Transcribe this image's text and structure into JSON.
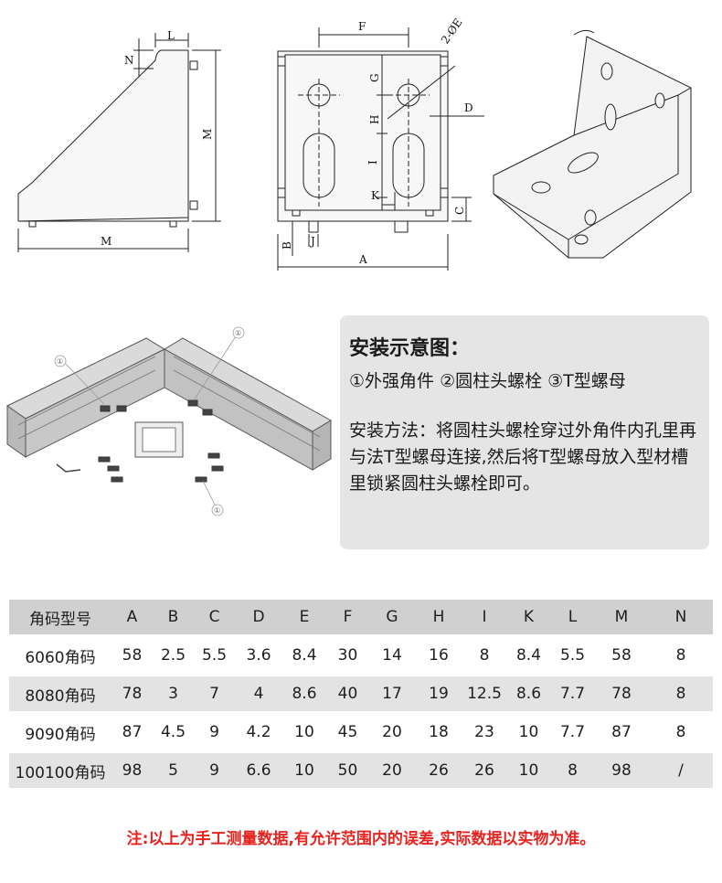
{
  "dimension_labels": {
    "side": {
      "L": "L",
      "N": "N",
      "M_vertical": "M",
      "M_horizontal": "M"
    },
    "front": {
      "F": "F",
      "hole": "2-ØE",
      "G": "G",
      "H": "H",
      "I": "I",
      "K": "K",
      "D": "D",
      "C": "C",
      "B": "B",
      "J": "J",
      "A": "A"
    }
  },
  "callouts": {
    "c1": "①",
    "c2": "①",
    "c3": "①"
  },
  "install_panel": {
    "title": "安装示意图：",
    "parts": "①外强角件 ②圆柱头螺栓 ③T型螺母",
    "method": "安装方法：将圆柱头螺栓穿过外角件内孔里再与法T型螺母连接,然后将T型螺母放入型材槽里锁紧圆柱头螺栓即可。"
  },
  "spec_table": {
    "headers": [
      "角码型号",
      "A",
      "B",
      "C",
      "D",
      "E",
      "F",
      "G",
      "H",
      "I",
      "K",
      "L",
      "M",
      "N"
    ],
    "rows": [
      [
        "6060角码",
        "58",
        "2.5",
        "5.5",
        "3.6",
        "8.4",
        "30",
        "14",
        "16",
        "8",
        "8.4",
        "5.5",
        "58",
        "8"
      ],
      [
        "8080角码",
        "78",
        "3",
        "7",
        "4",
        "8.6",
        "40",
        "17",
        "19",
        "12.5",
        "8.6",
        "7.7",
        "78",
        "8"
      ],
      [
        "9090角码",
        "87",
        "4.5",
        "9",
        "4.2",
        "10",
        "45",
        "20",
        "18",
        "23",
        "10",
        "7.7",
        "87",
        "8"
      ],
      [
        "100100角码",
        "98",
        "5",
        "9",
        "6.6",
        "10",
        "50",
        "20",
        "26",
        "26",
        "10",
        "8",
        "98",
        "/"
      ]
    ]
  },
  "note": "注:以上为手工测量数据,有允许范围内的误差,实际数据以实物为准。",
  "colors": {
    "note_red": "#e8231f",
    "panel_bg": "#e5e5e5",
    "table_header": "#d0d0d0",
    "table_stripe": "#e3e3e3"
  }
}
